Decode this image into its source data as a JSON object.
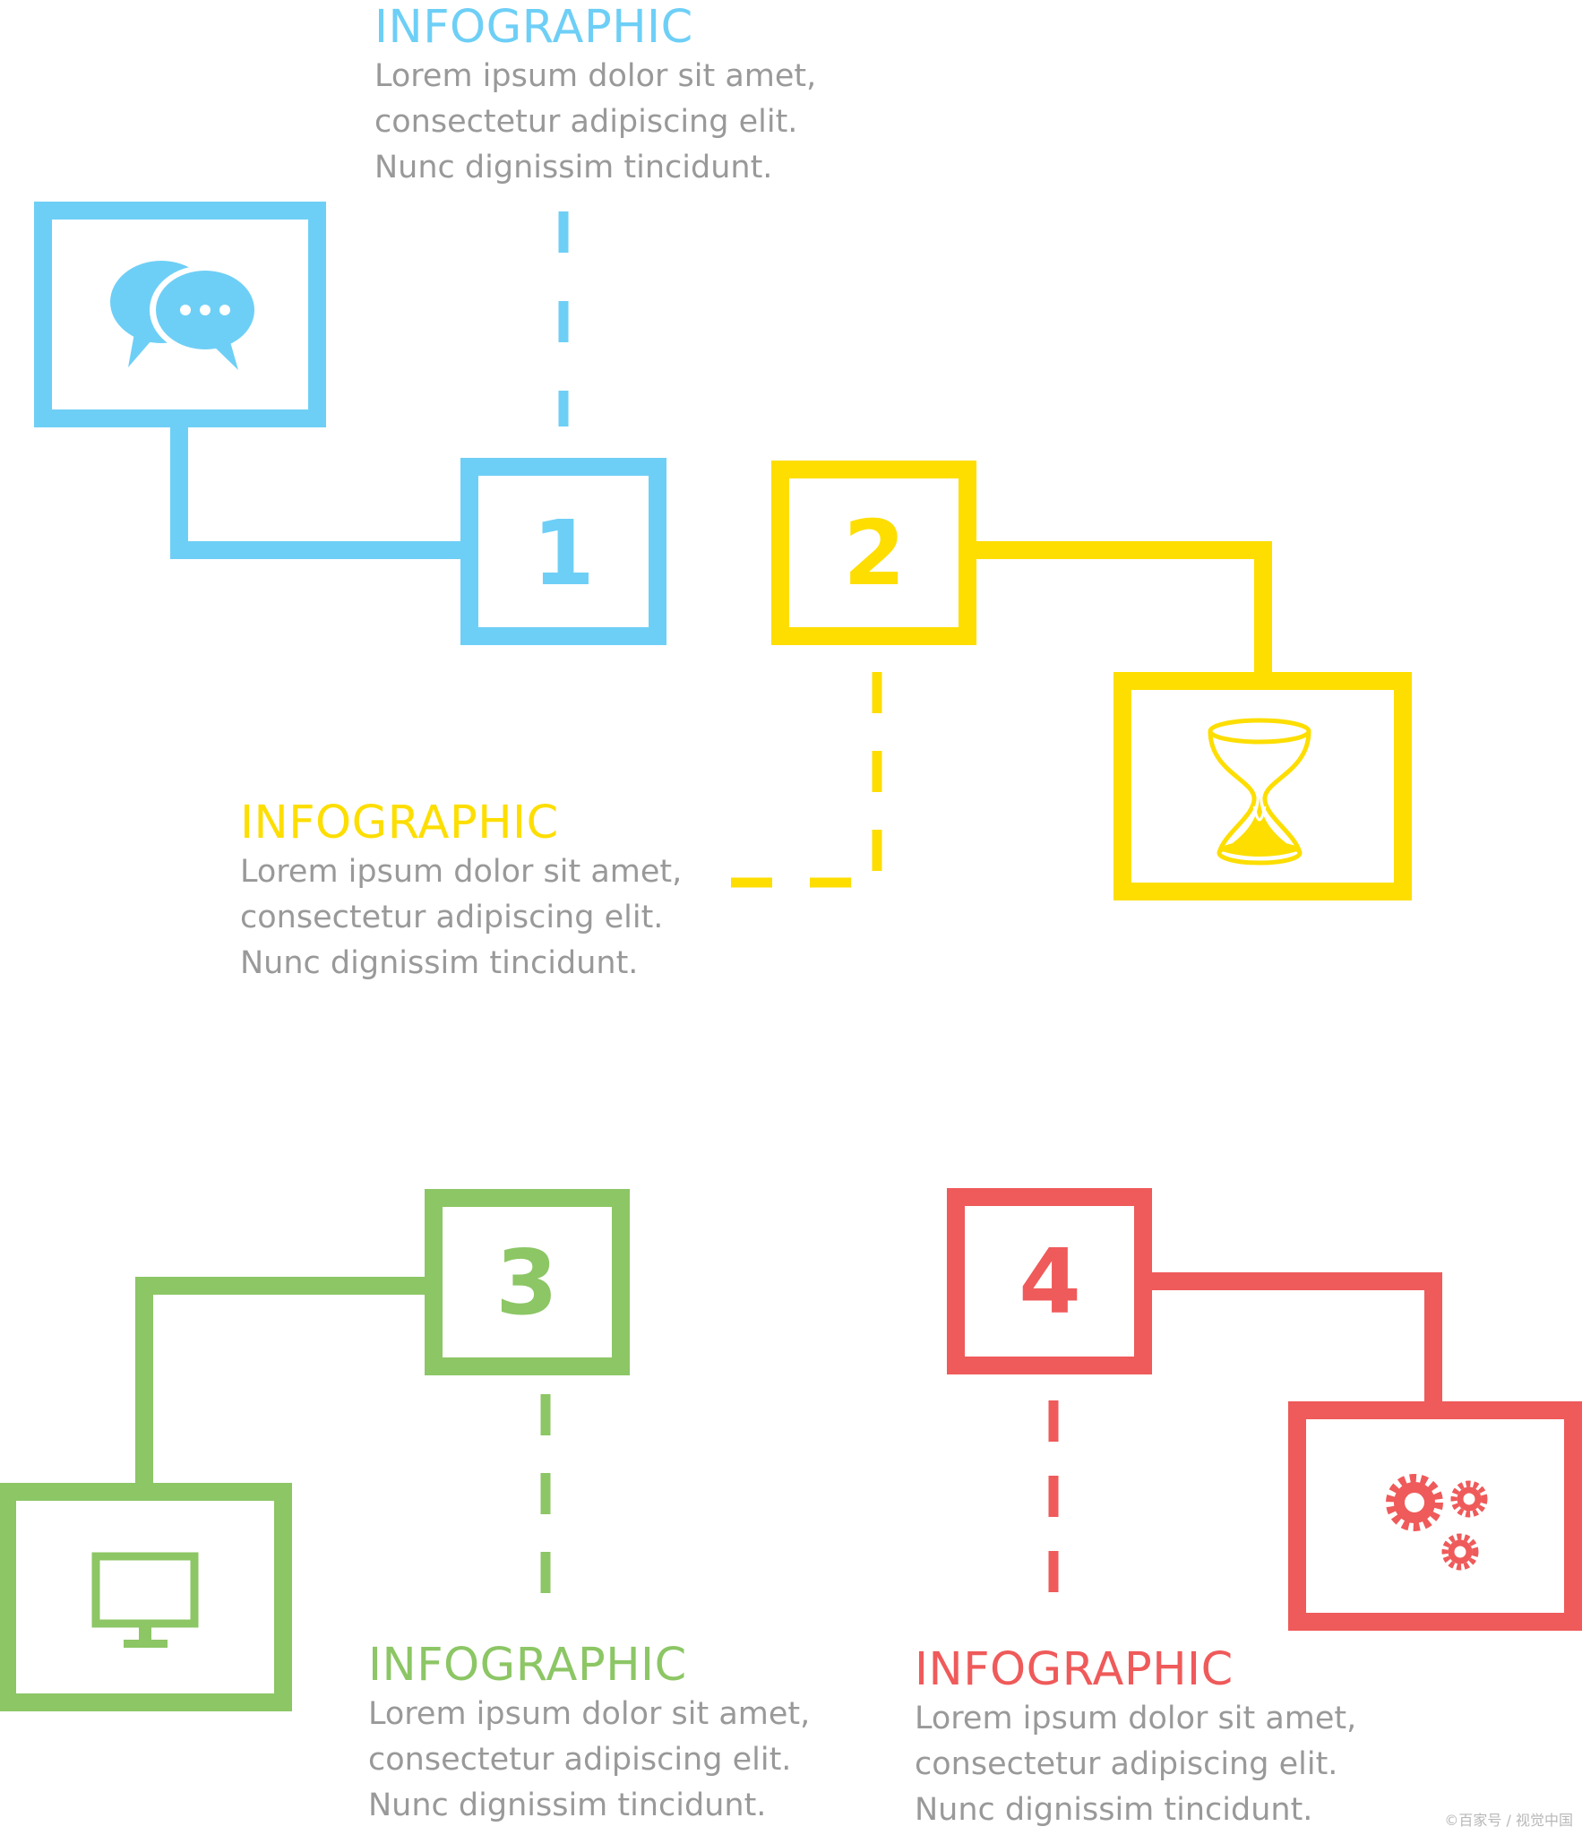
{
  "colors": {
    "blue": "#6ECFF6",
    "yellow": "#FDDE00",
    "green": "#8CC665",
    "red": "#EF5A5A",
    "body_text": "#999999"
  },
  "steps": [
    {
      "number": "1",
      "color": "#6ECFF6",
      "icon": "chat-bubbles-icon",
      "title": "INFOGRAPHIC",
      "lines": [
        "Lorem ipsum dolor sit amet,",
        "consectetur adipiscing elit.",
        "Nunc dignissim tincidunt."
      ]
    },
    {
      "number": "2",
      "color": "#FDDE00",
      "icon": "hourglass-icon",
      "title": "INFOGRAPHIC",
      "lines": [
        "Lorem ipsum dolor sit amet,",
        "consectetur adipiscing elit.",
        "Nunc dignissim tincidunt."
      ]
    },
    {
      "number": "3",
      "color": "#8CC665",
      "icon": "monitor-icon",
      "title": "INFOGRAPHIC",
      "lines": [
        "Lorem ipsum dolor sit amet,",
        "consectetur adipiscing elit.",
        "Nunc dignissim tincidunt."
      ]
    },
    {
      "number": "4",
      "color": "#EF5A5A",
      "icon": "gears-icon",
      "title": "INFOGRAPHIC",
      "lines": [
        "Lorem ipsum dolor sit amet,",
        "consectetur adipiscing elit.",
        "Nunc dignissim tincidunt."
      ]
    }
  ],
  "watermark": "©百家号 / 视觉中国"
}
